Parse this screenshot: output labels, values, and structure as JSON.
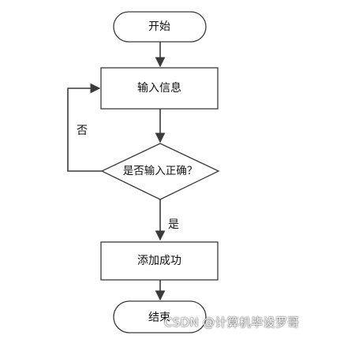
{
  "diagram": {
    "nodes": {
      "start": "开始",
      "input": "输入信息",
      "decision": "是否输入正确？",
      "success": "添加成功",
      "end": "结束"
    },
    "edges": {
      "no_label": "否",
      "yes_label": "是"
    }
  },
  "watermark": "CSDN @计算机毕设罗哥",
  "colors": {
    "stroke": "#3a3a3a",
    "fill": "#ffffff",
    "text": "#111111"
  }
}
